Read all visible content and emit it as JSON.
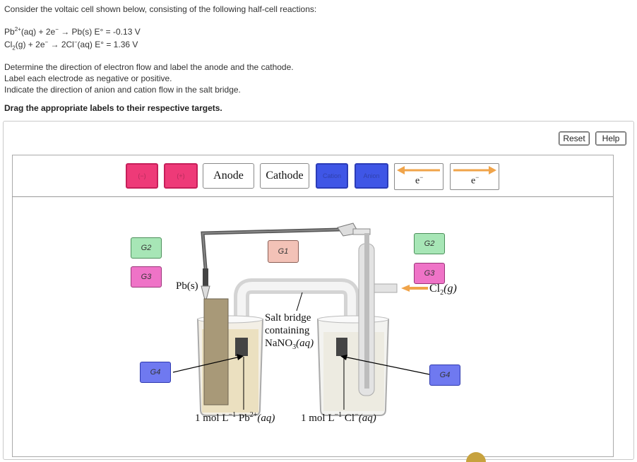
{
  "question": {
    "intro": "Consider the voltaic cell shown below, consisting of the following half-cell reactions:",
    "reaction1": {
      "a": "Pb",
      "a_sup": "2+",
      "b": "(aq) + 2e",
      "b_sup": "−",
      "c": " → Pb(s)   E° = -0.13 V"
    },
    "reaction2": {
      "a": "Cl",
      "a_sub": "2",
      "b": "(g) + 2e",
      "b_sup": "−",
      "c": " → 2Cl",
      "c_sup": "−",
      "d": "(aq)   E° = 1.36 V"
    },
    "instruction1": "Determine the direction of electron flow and label the anode and the cathode.",
    "instruction2": "Label each electrode as negative or positive.",
    "instruction3": "Indicate the direction of anion and cation flow in the salt bridge.",
    "drag_instruction": "Drag the appropriate labels to their respective targets."
  },
  "toolbar": {
    "reset_label": "Reset",
    "help_label": "Help"
  },
  "tray": {
    "anode_label": "Anode",
    "cathode_label": "Cathode",
    "electron_left_label": "e",
    "electron_right_label": "e",
    "electron_sup": "−",
    "pink_tile_1_text": "(−)",
    "pink_tile_2_text": "(+)",
    "blue_tile_1_text": "Cation",
    "blue_tile_2_text": "Anion"
  },
  "targets": {
    "left_g2": "G2",
    "left_g3": "G3",
    "left_g4": "G4",
    "center_g1": "G1",
    "right_g2": "G2",
    "right_g3": "G3",
    "right_g4": "G4"
  },
  "diagram": {
    "pb_electrode_label": "Pb(s)",
    "cl2_label": "Cl",
    "cl2_sub": "2",
    "cl2_state": "(g)",
    "salt_bridge_line1": "Salt bridge",
    "salt_bridge_line2": "containing",
    "salt_bridge_line3a": "NaNO",
    "salt_bridge_line3_sub": "3",
    "salt_bridge_line3b": "(aq)",
    "left_solution": {
      "a": "1 mol L",
      "a_sup": "−1",
      "b": " Pb",
      "b_sup": "2+",
      "c": "(aq)"
    },
    "right_solution": {
      "a": "1 mol L",
      "a_sup": "−1",
      "b": " Cl",
      "b_sup": "−",
      "c": "(aq)"
    }
  },
  "colors": {
    "pink_tile": "#ee3a78",
    "blue_tile": "#3f56e6",
    "arrow_orange": "#f0a44a",
    "target_green": "#a7e6b6",
    "target_pink": "#ef73c7",
    "target_blue": "#6f79f0",
    "target_peach": "#f3c2b7"
  }
}
